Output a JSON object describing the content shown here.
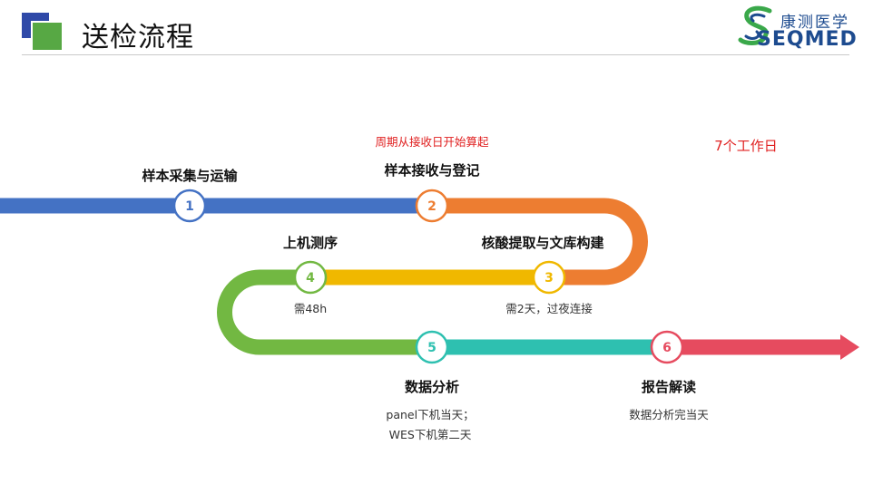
{
  "header": {
    "title": "送检流程"
  },
  "logo": {
    "name_cn": "康测医学",
    "name_en": "SEQMED"
  },
  "annotations": {
    "cycle_start": "周期从接收日开始算起",
    "duration": "7个工作日"
  },
  "steps": [
    {
      "number": "1",
      "label": "样本采集与运输",
      "color": "#4472c4"
    },
    {
      "number": "2",
      "label": "样本接收与登记",
      "color": "#ed7d31"
    },
    {
      "number": "3",
      "label": "核酸提取与文库构建",
      "color": "#f0b800",
      "note": "需2天，过夜连接"
    },
    {
      "number": "4",
      "label": "上机测序",
      "color": "#72b842",
      "note": "需48h"
    },
    {
      "number": "5",
      "label": "数据分析",
      "color": "#2ec0b0",
      "note_lines": [
        "panel下机当天；",
        "WES下机第二天"
      ]
    },
    {
      "number": "6",
      "label": "报告解读",
      "color": "#e64b5f",
      "note": "数据分析完当天"
    }
  ]
}
